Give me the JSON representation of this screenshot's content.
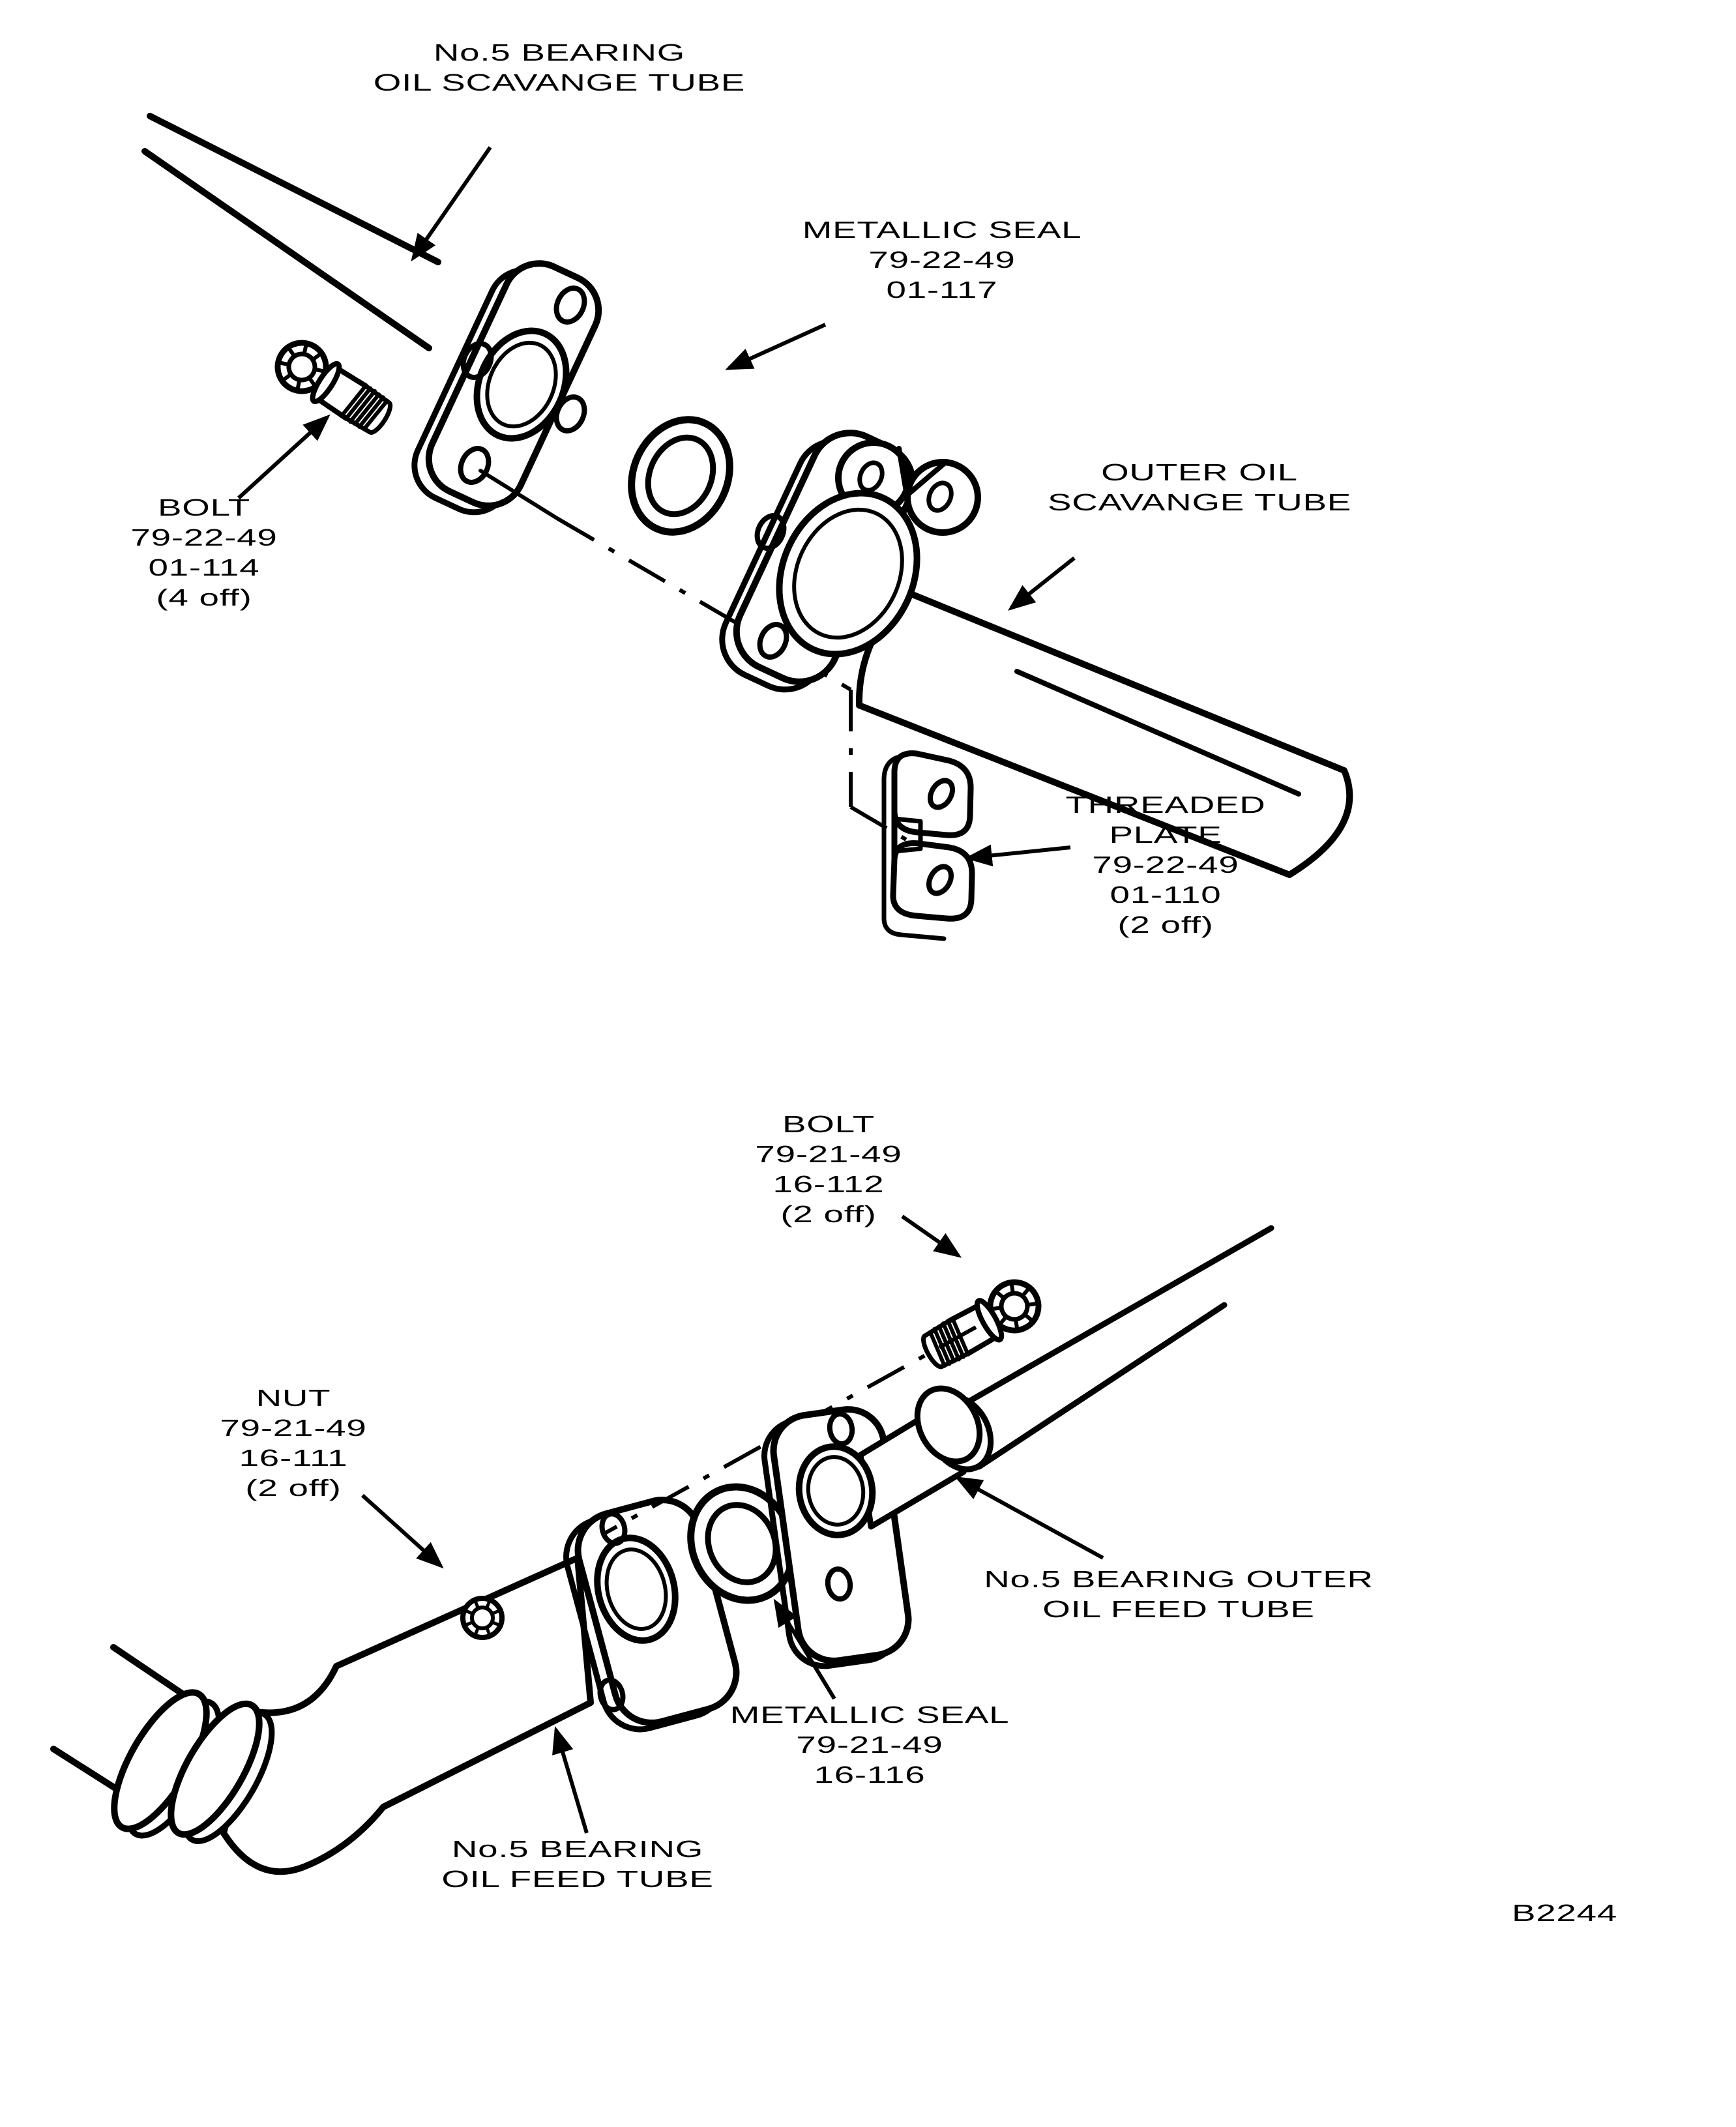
{
  "figure": {
    "code": "B2244",
    "ink_color": "#000000",
    "background_color": "#ffffff"
  },
  "top_assembly": {
    "labels": {
      "scavange_tube": "No.5 BEARING\nOIL SCAVANGE TUBE",
      "metallic_seal": "METALLIC SEAL\n79-22-49\n01-117",
      "outer_scavange_tube": "OUTER OIL\nSCAVANGE TUBE",
      "bolt": "BOLT\n79-22-49\n01-114\n(4 off)",
      "threaded_plate": "THREADED\nPLATE\n79-22-49\n01-110\n(2 off)"
    }
  },
  "bottom_assembly": {
    "labels": {
      "bolt": "BOLT\n79-21-49\n16-112\n(2 off)",
      "nut": "NUT\n79-21-49\n16-111\n(2 off)",
      "outer_feed_tube": "No.5 BEARING OUTER\nOIL FEED TUBE",
      "metallic_seal": "METALLIC SEAL\n79-21-49\n16-116",
      "feed_tube": "No.5 BEARING\nOIL FEED TUBE"
    }
  }
}
